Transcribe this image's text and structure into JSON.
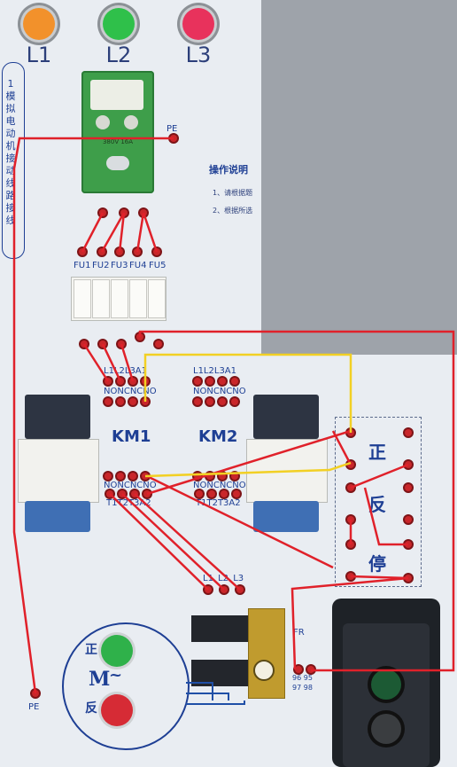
{
  "lamps": [
    {
      "label": "L1",
      "color": "#f2912b"
    },
    {
      "label": "L2",
      "color": "#2fc04a"
    },
    {
      "label": "L3",
      "color": "#e8325c"
    }
  ],
  "side_title": "1 模拟电动机接动线路接线",
  "pe_top": "PE",
  "pe_bottom": "PE",
  "instructions": {
    "title": "操作说明",
    "line1": "1、请根据题",
    "line2": "2、根据所选"
  },
  "fuses": [
    "FU1",
    "FU2",
    "FU3",
    "FU4",
    "FU5"
  ],
  "breaker_rating": "380V 16A",
  "km1": {
    "name": "KM1",
    "top_row": "L1L2L3A1",
    "top_nc": "NONCNCNO",
    "bottom_nc": "NONCNCNO",
    "bottom_row": "T1T2T3A2"
  },
  "km2": {
    "name": "KM2",
    "top_row": "L1L2L3A1",
    "top_nc": "NONCNCNO",
    "bottom_nc": "NONCNCNO",
    "bottom_row": "T1T2T3A2"
  },
  "controls": {
    "forward": "正",
    "reverse": "反",
    "stop": "停"
  },
  "relay": {
    "inputs": "L1 L2 L3",
    "fr": "FR",
    "contacts_top": "96 95",
    "contacts_bottom": "97 98"
  },
  "motor": {
    "label": "M",
    "tilde": "~",
    "forward": "正",
    "reverse": "反"
  }
}
